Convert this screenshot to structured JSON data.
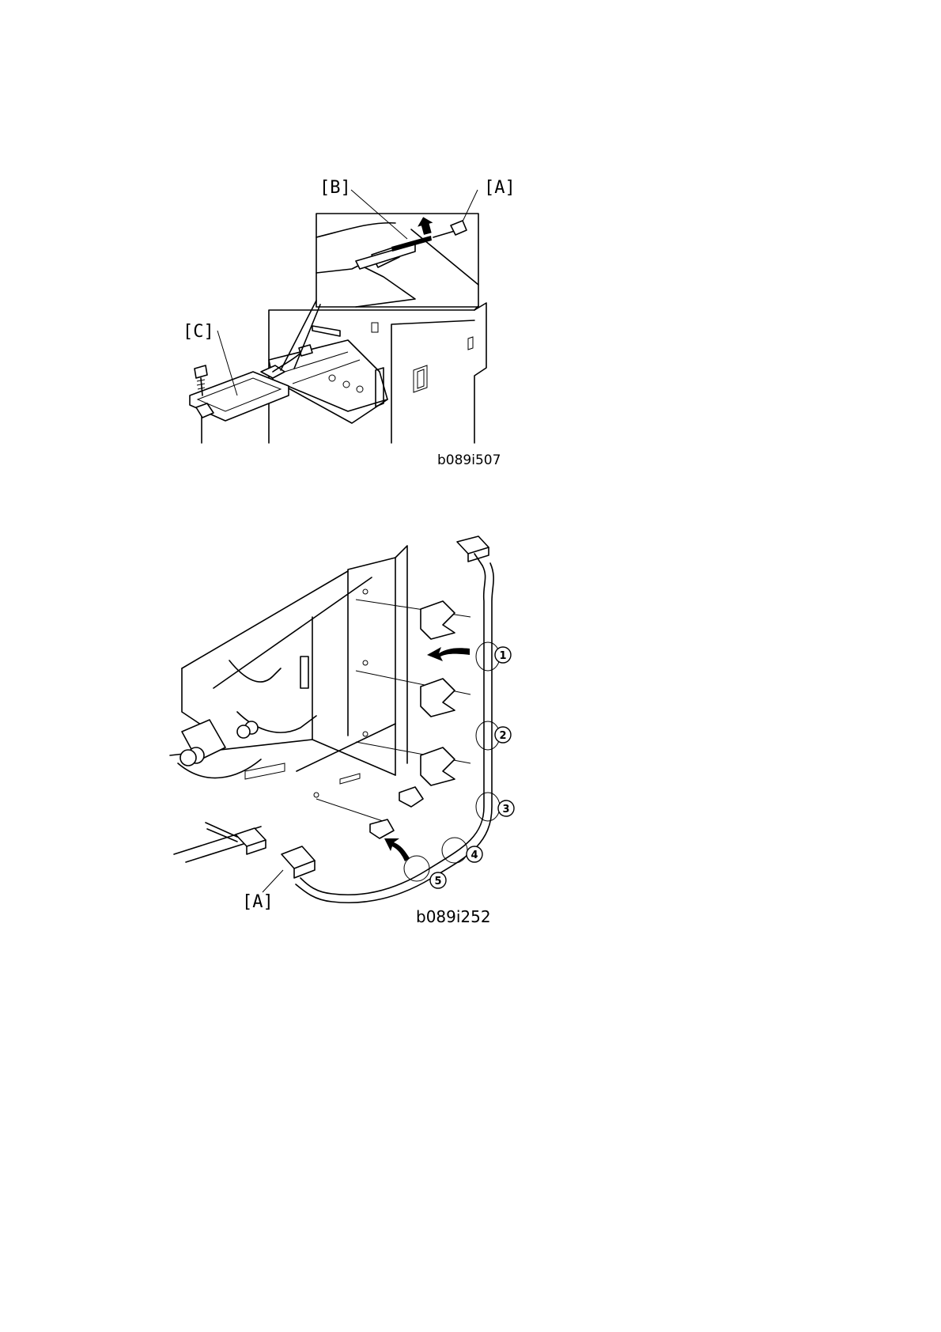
{
  "figure1": {
    "callouts": {
      "a": "[A]",
      "b": "[B]",
      "c": "[C]"
    },
    "code": "b089i507"
  },
  "figure2": {
    "callout_a": "[A]",
    "steps": [
      "1",
      "2",
      "3",
      "4",
      "5"
    ],
    "code": "b089i252"
  }
}
